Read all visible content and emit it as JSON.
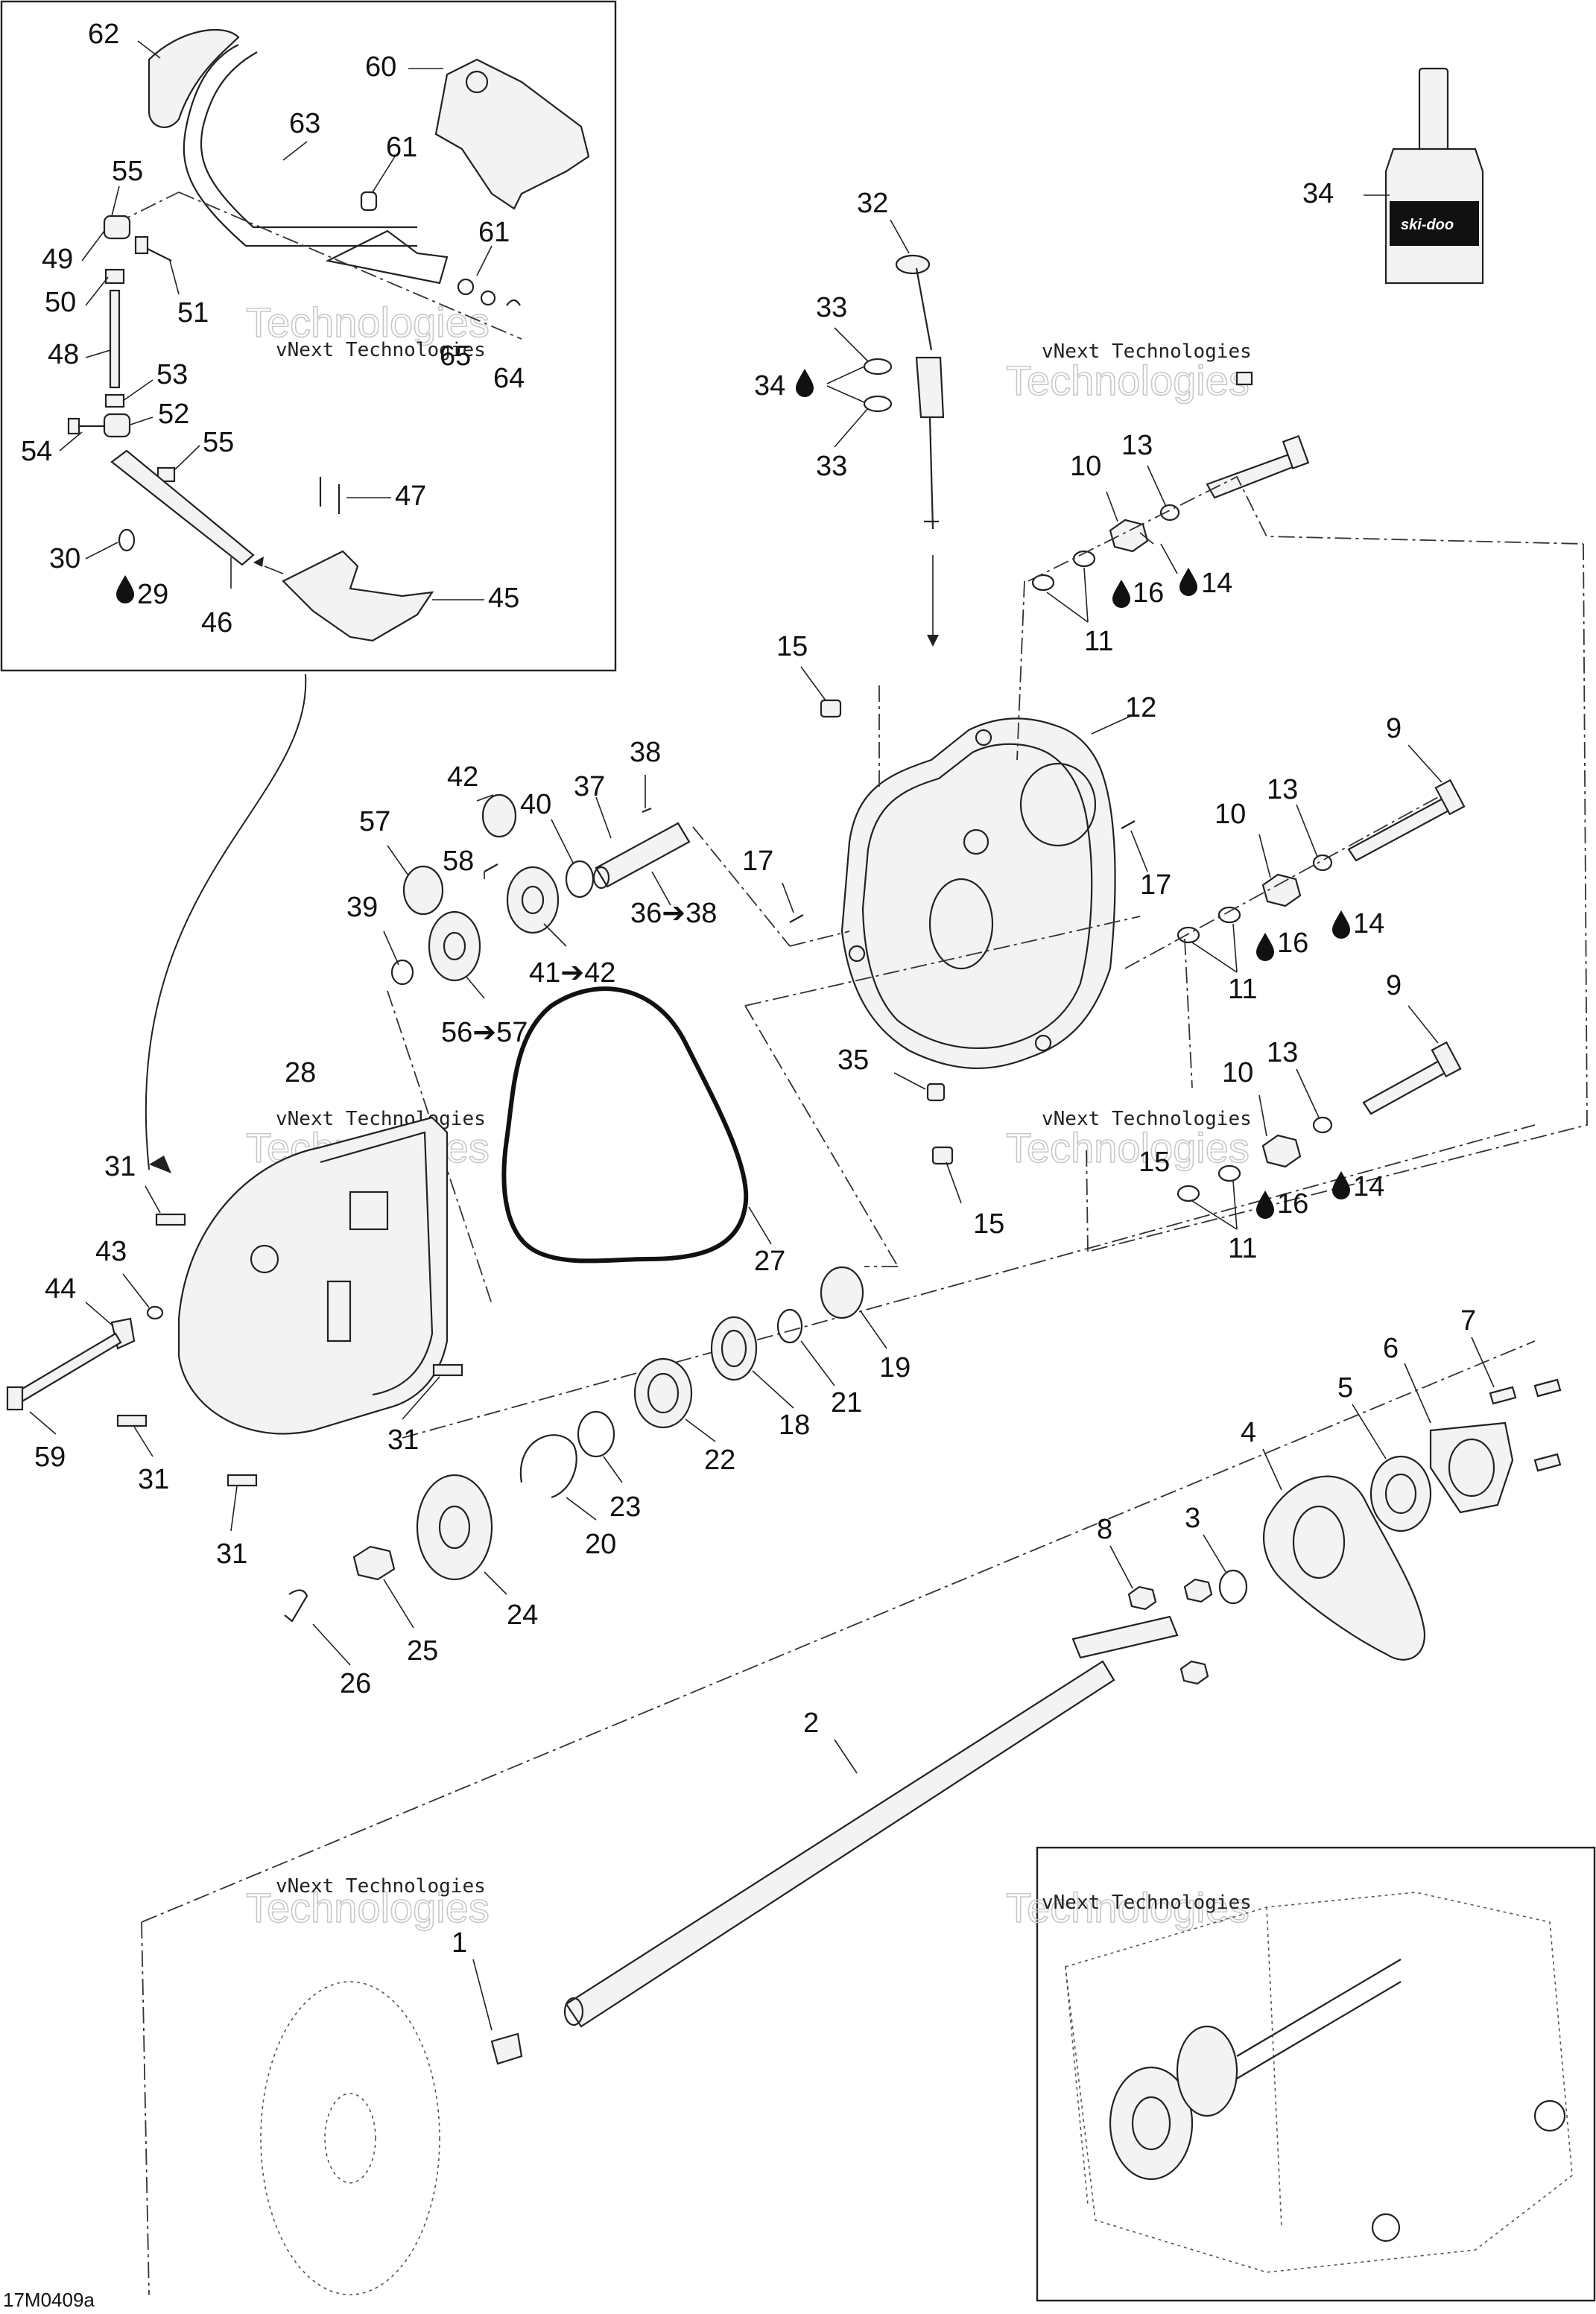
{
  "callouts": [
    {
      "id": "62",
      "text": "62"
    },
    {
      "id": "60",
      "text": "60"
    },
    {
      "id": "63",
      "text": "63"
    },
    {
      "id": "61a",
      "text": "61"
    },
    {
      "id": "55a",
      "text": "55"
    },
    {
      "id": "61b",
      "text": "61"
    },
    {
      "id": "49",
      "text": "49"
    },
    {
      "id": "51",
      "text": "51"
    },
    {
      "id": "50",
      "text": "50"
    },
    {
      "id": "48",
      "text": "48"
    },
    {
      "id": "65",
      "text": "65"
    },
    {
      "id": "64",
      "text": "64"
    },
    {
      "id": "53",
      "text": "53"
    },
    {
      "id": "52",
      "text": "52"
    },
    {
      "id": "54",
      "text": "54"
    },
    {
      "id": "55b",
      "text": "55"
    },
    {
      "id": "47",
      "text": "47"
    },
    {
      "id": "30",
      "text": "30"
    },
    {
      "id": "29",
      "text": "29"
    },
    {
      "id": "46",
      "text": "46"
    },
    {
      "id": "45",
      "text": "45"
    },
    {
      "id": "32",
      "text": "32"
    },
    {
      "id": "34a",
      "text": "34"
    },
    {
      "id": "33a",
      "text": "33"
    },
    {
      "id": "34b",
      "text": "34"
    },
    {
      "id": "33b",
      "text": "33"
    },
    {
      "id": "13a",
      "text": "13"
    },
    {
      "id": "10a",
      "text": "10"
    },
    {
      "id": "16a",
      "text": "16"
    },
    {
      "id": "14a",
      "text": "14"
    },
    {
      "id": "11a",
      "text": "11"
    },
    {
      "id": "15a",
      "text": "15"
    },
    {
      "id": "12",
      "text": "12"
    },
    {
      "id": "9a",
      "text": "9"
    },
    {
      "id": "42a",
      "text": "42"
    },
    {
      "id": "38a",
      "text": "38"
    },
    {
      "id": "37",
      "text": "37"
    },
    {
      "id": "40",
      "text": "40"
    },
    {
      "id": "57a",
      "text": "57"
    },
    {
      "id": "58",
      "text": "58"
    },
    {
      "id": "17a",
      "text": "17"
    },
    {
      "id": "17b",
      "text": "17"
    },
    {
      "id": "13b",
      "text": "13"
    },
    {
      "id": "10b",
      "text": "10"
    },
    {
      "id": "39",
      "text": "39"
    },
    {
      "id": "36to38",
      "text": "36➔38"
    },
    {
      "id": "41to42",
      "text": "41➔42"
    },
    {
      "id": "16b",
      "text": "16"
    },
    {
      "id": "14b",
      "text": "14"
    },
    {
      "id": "11b",
      "text": "11"
    },
    {
      "id": "56to57",
      "text": "56➔57"
    },
    {
      "id": "9b",
      "text": "9"
    },
    {
      "id": "35",
      "text": "35"
    },
    {
      "id": "13c",
      "text": "13"
    },
    {
      "id": "28",
      "text": "28"
    },
    {
      "id": "10c",
      "text": "10"
    },
    {
      "id": "15b",
      "text": "15"
    },
    {
      "id": "14c",
      "text": "14"
    },
    {
      "id": "16c",
      "text": "16"
    },
    {
      "id": "15c",
      "text": "15"
    },
    {
      "id": "11c",
      "text": "11"
    },
    {
      "id": "31a",
      "text": "31"
    },
    {
      "id": "43",
      "text": "43"
    },
    {
      "id": "27",
      "text": "27"
    },
    {
      "id": "44",
      "text": "44"
    },
    {
      "id": "19",
      "text": "19"
    },
    {
      "id": "21",
      "text": "21"
    },
    {
      "id": "18",
      "text": "18"
    },
    {
      "id": "22",
      "text": "22"
    },
    {
      "id": "7",
      "text": "7"
    },
    {
      "id": "6",
      "text": "6"
    },
    {
      "id": "5",
      "text": "5"
    },
    {
      "id": "4",
      "text": "4"
    },
    {
      "id": "59",
      "text": "59"
    },
    {
      "id": "31b",
      "text": "31"
    },
    {
      "id": "31c",
      "text": "31"
    },
    {
      "id": "23",
      "text": "23"
    },
    {
      "id": "20",
      "text": "20"
    },
    {
      "id": "8",
      "text": "8"
    },
    {
      "id": "3",
      "text": "3"
    },
    {
      "id": "31d",
      "text": "31"
    },
    {
      "id": "24",
      "text": "24"
    },
    {
      "id": "25",
      "text": "25"
    },
    {
      "id": "26",
      "text": "26"
    },
    {
      "id": "2",
      "text": "2"
    },
    {
      "id": "1",
      "text": "1"
    }
  ],
  "watermark": {
    "line1": "vNext Technologies",
    "line2": "Technologies"
  },
  "bottle_brand": "ski-doo",
  "figure_code": "17M0409a",
  "icons": {
    "oil_drop": "oil-drop-icon"
  }
}
